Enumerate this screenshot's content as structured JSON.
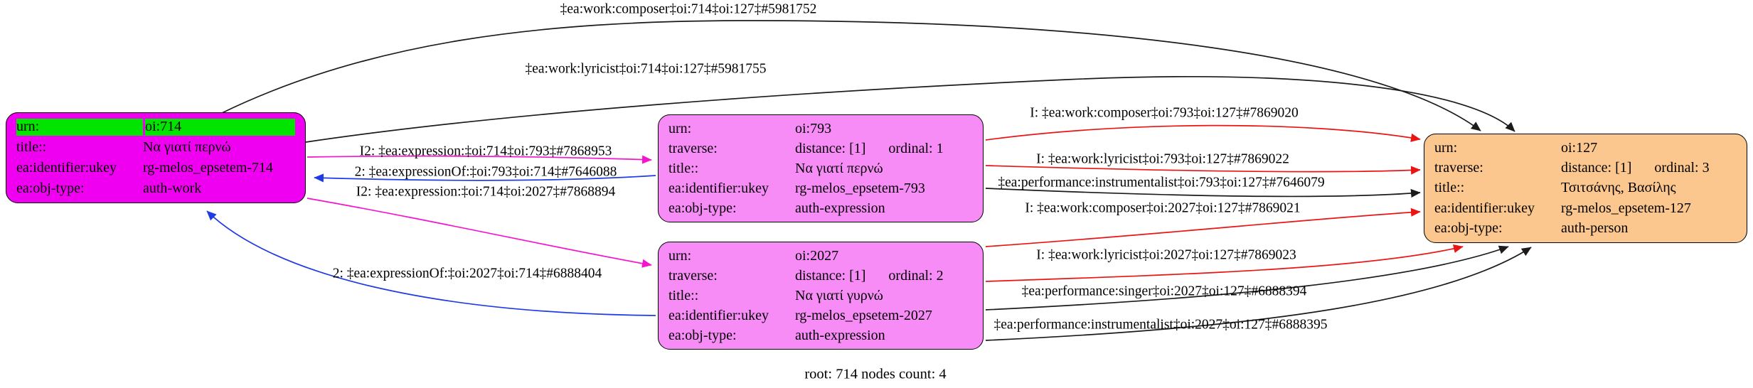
{
  "caption": "root: 714 nodes count: 4",
  "colors": {
    "work_node_fill": "#f000f0",
    "work_urn_highlight": "#00e400",
    "expression_node_fill": "#f78cf7",
    "person_node_fill": "#fbc78e",
    "edge_black": "#1b1b1b",
    "edge_red": "#ec1313",
    "edge_blue": "#1f3be3",
    "edge_magenta": "#f414ce"
  },
  "nodes": {
    "work_714": {
      "urn_label": "urn:",
      "urn_value": "oi:714",
      "title_label": "title::",
      "title_value": "Να γιατί περνώ",
      "ukey_label": "ea:identifier:ukey",
      "ukey_value": "rg-melos_epsetem-714",
      "objtype_label": "ea:obj-type:",
      "objtype_value": "auth-work"
    },
    "expression_793": {
      "urn_label": "urn:",
      "urn_value": "oi:793",
      "traverse_label": "traverse:",
      "traverse_distance": "distance: [1]",
      "traverse_ordinal": "ordinal: 1",
      "title_label": "title::",
      "title_value": "Να γιατί περνώ",
      "ukey_label": "ea:identifier:ukey",
      "ukey_value": "rg-melos_epsetem-793",
      "objtype_label": "ea:obj-type:",
      "objtype_value": "auth-expression"
    },
    "expression_2027": {
      "urn_label": "urn:",
      "urn_value": "oi:2027",
      "traverse_label": "traverse:",
      "traverse_distance": "distance: [1]",
      "traverse_ordinal": "ordinal: 2",
      "title_label": "title::",
      "title_value": "Να γιατί γυρνώ",
      "ukey_label": "ea:identifier:ukey",
      "ukey_value": "rg-melos_epsetem-2027",
      "objtype_label": "ea:obj-type:",
      "objtype_value": "auth-expression"
    },
    "person_127": {
      "urn_label": "urn:",
      "urn_value": "oi:127",
      "traverse_label": "traverse:",
      "traverse_distance": "distance: [1]",
      "traverse_ordinal": "ordinal: 3",
      "title_label": "title::",
      "title_value": "Τσιτσάνης, Βασίλης",
      "ukey_label": "ea:identifier:ukey",
      "ukey_value": "rg-melos_epsetem-127",
      "objtype_label": "ea:obj-type:",
      "objtype_value": "auth-person"
    }
  },
  "edges": {
    "composer_714": {
      "label": "‡ea:work:composer‡oi:714‡oi:127‡#5981752",
      "color": "black"
    },
    "lyricist_714": {
      "label": "‡ea:work:lyricist‡oi:714‡oi:127‡#5981755",
      "color": "black"
    },
    "expression_793": {
      "label": "I2: ‡ea:expression:‡oi:714‡oi:793‡#7868953",
      "color": "magenta"
    },
    "expressionOf_793": {
      "label": "2: ‡ea:expressionOf:‡oi:793‡oi:714‡#7646088",
      "color": "blue"
    },
    "expression_2027": {
      "label": "I2: ‡ea:expression:‡oi:714‡oi:2027‡#7868894",
      "color": "magenta"
    },
    "expressionOf_2027": {
      "label": "2: ‡ea:expressionOf:‡oi:2027‡oi:714‡#6888404",
      "color": "blue"
    },
    "composer_793": {
      "label": "I: ‡ea:work:composer‡oi:793‡oi:127‡#7869020",
      "color": "red"
    },
    "lyricist_793": {
      "label": "I: ‡ea:work:lyricist‡oi:793‡oi:127‡#7869022",
      "color": "red"
    },
    "instrumentalist_793": {
      "label": "‡ea:performance:instrumentalist‡oi:793‡oi:127‡#7646079",
      "color": "black"
    },
    "composer_2027": {
      "label": "I: ‡ea:work:composer‡oi:2027‡oi:127‡#7869021",
      "color": "red"
    },
    "lyricist_2027": {
      "label": "I: ‡ea:work:lyricist‡oi:2027‡oi:127‡#7869023",
      "color": "red"
    },
    "singer_2027": {
      "label": "‡ea:performance:singer‡oi:2027‡oi:127‡#6888394",
      "color": "black"
    },
    "instrumentalist_2027": {
      "label": "‡ea:performance:instrumentalist‡oi:2027‡oi:127‡#6888395",
      "color": "black"
    }
  }
}
